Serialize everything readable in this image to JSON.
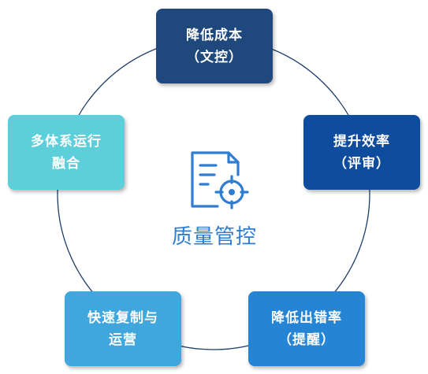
{
  "diagram": {
    "center": {
      "title": "质量管控",
      "icon": "document-target-icon",
      "color": "#2E7DD1"
    },
    "ring_color": "#1F3D6B",
    "nodes": [
      {
        "line1": "降低成本",
        "line2": "（文控）",
        "color": "#1F497D"
      },
      {
        "line1": "提升效率",
        "line2": "（评审）",
        "color": "#0E4D9E"
      },
      {
        "line1": "降低出错率",
        "line2": "（提醒）",
        "color": "#2585D4"
      },
      {
        "line1": "快速复制与",
        "line2": "运营",
        "color": "#3FA7DD"
      },
      {
        "line1": "多体系运行",
        "line2": "融合",
        "color": "#5CCFDA"
      }
    ]
  }
}
